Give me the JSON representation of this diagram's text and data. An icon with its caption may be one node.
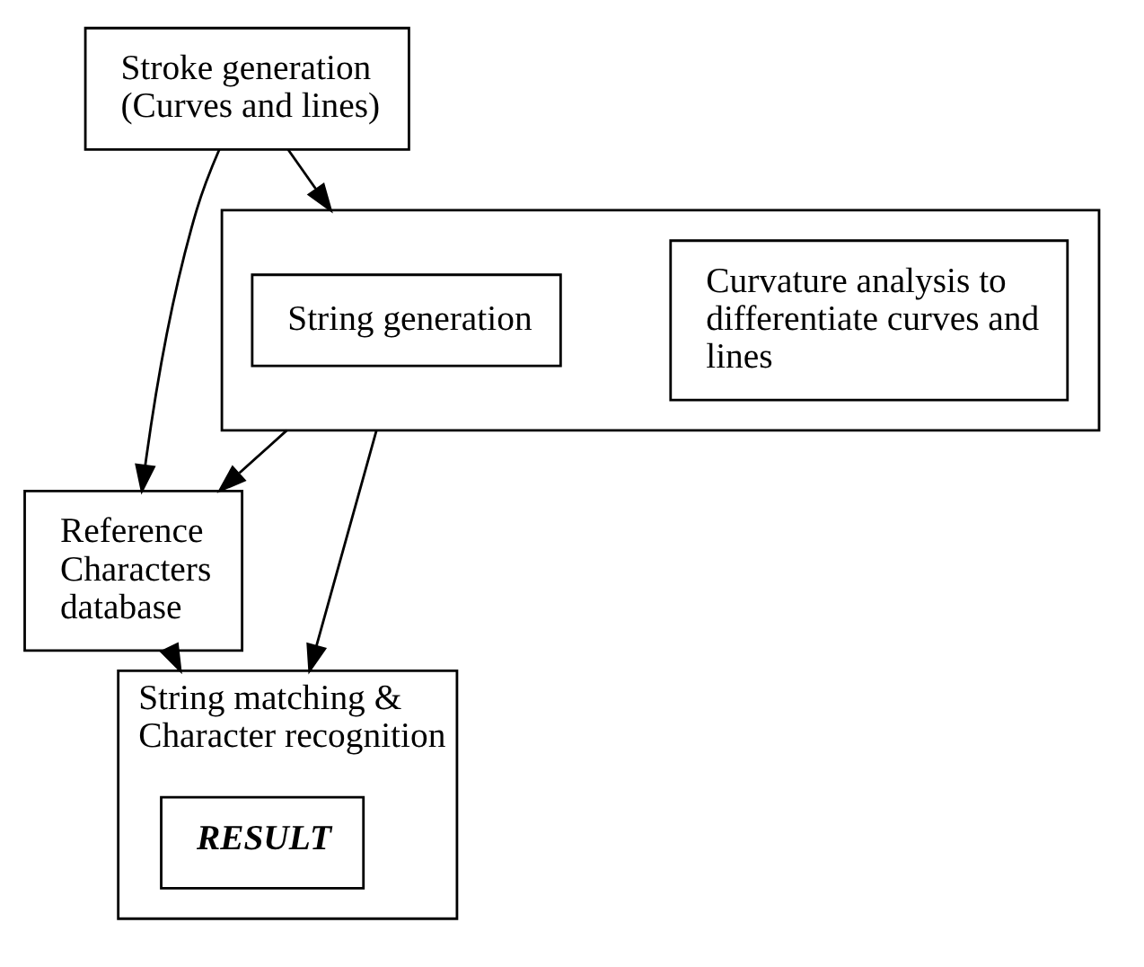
{
  "diagram": {
    "nodes": [
      {
        "text": [
          "Stroke generation (Curves and lines)"
        ]
      },
      {
        "text": [],
        "shape": "box"
      },
      {
        "text": [
          "Curvature analysis to differentiate curves and lines"
        ],
        "in": 1
      },
      {
        "text": [
          "String generation"
        ],
        "in": 1
      },
      {
        "text": [
          "Reference Characters database"
        ]
      },
      {
        "text": [
          "String matching & Character recognition"
        ]
      },
      {
        "text": [
          "RESULT"
        ],
        "in": 5
      }
    ],
    "edges": [
      {
        "from": 0,
        "to": 1,
        "arrow": "to"
      },
      {
        "from": 0,
        "to": 4,
        "arrow": "to"
      },
      {
        "from": 1,
        "to": 4,
        "arrow": "to"
      },
      {
        "from": 1,
        "to": 5,
        "arrow": "to"
      },
      {
        "from": 4,
        "to": 5,
        "arrow": "to"
      }
    ]
  }
}
